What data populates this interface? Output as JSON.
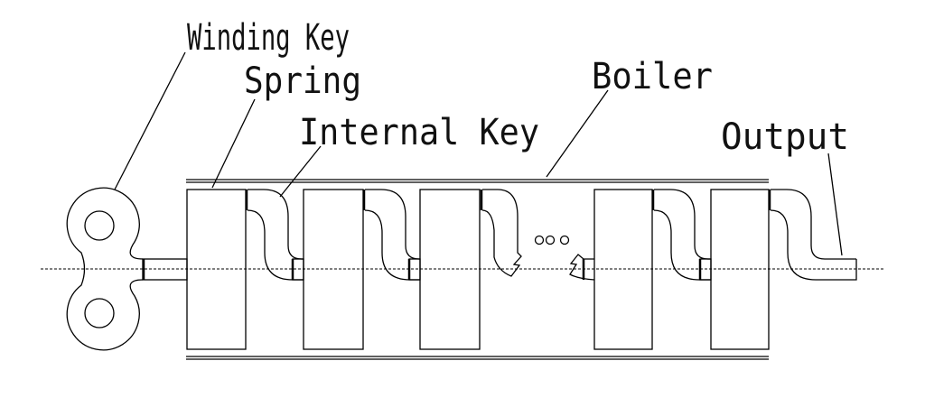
{
  "labels": {
    "winding_key": "Winding Key",
    "spring": "Spring",
    "internal_key": "Internal Key",
    "boiler": "Boiler",
    "output": "Output"
  },
  "ellipsis_symbol": "ooo",
  "line_color": "#000000",
  "background": "#ffffff"
}
